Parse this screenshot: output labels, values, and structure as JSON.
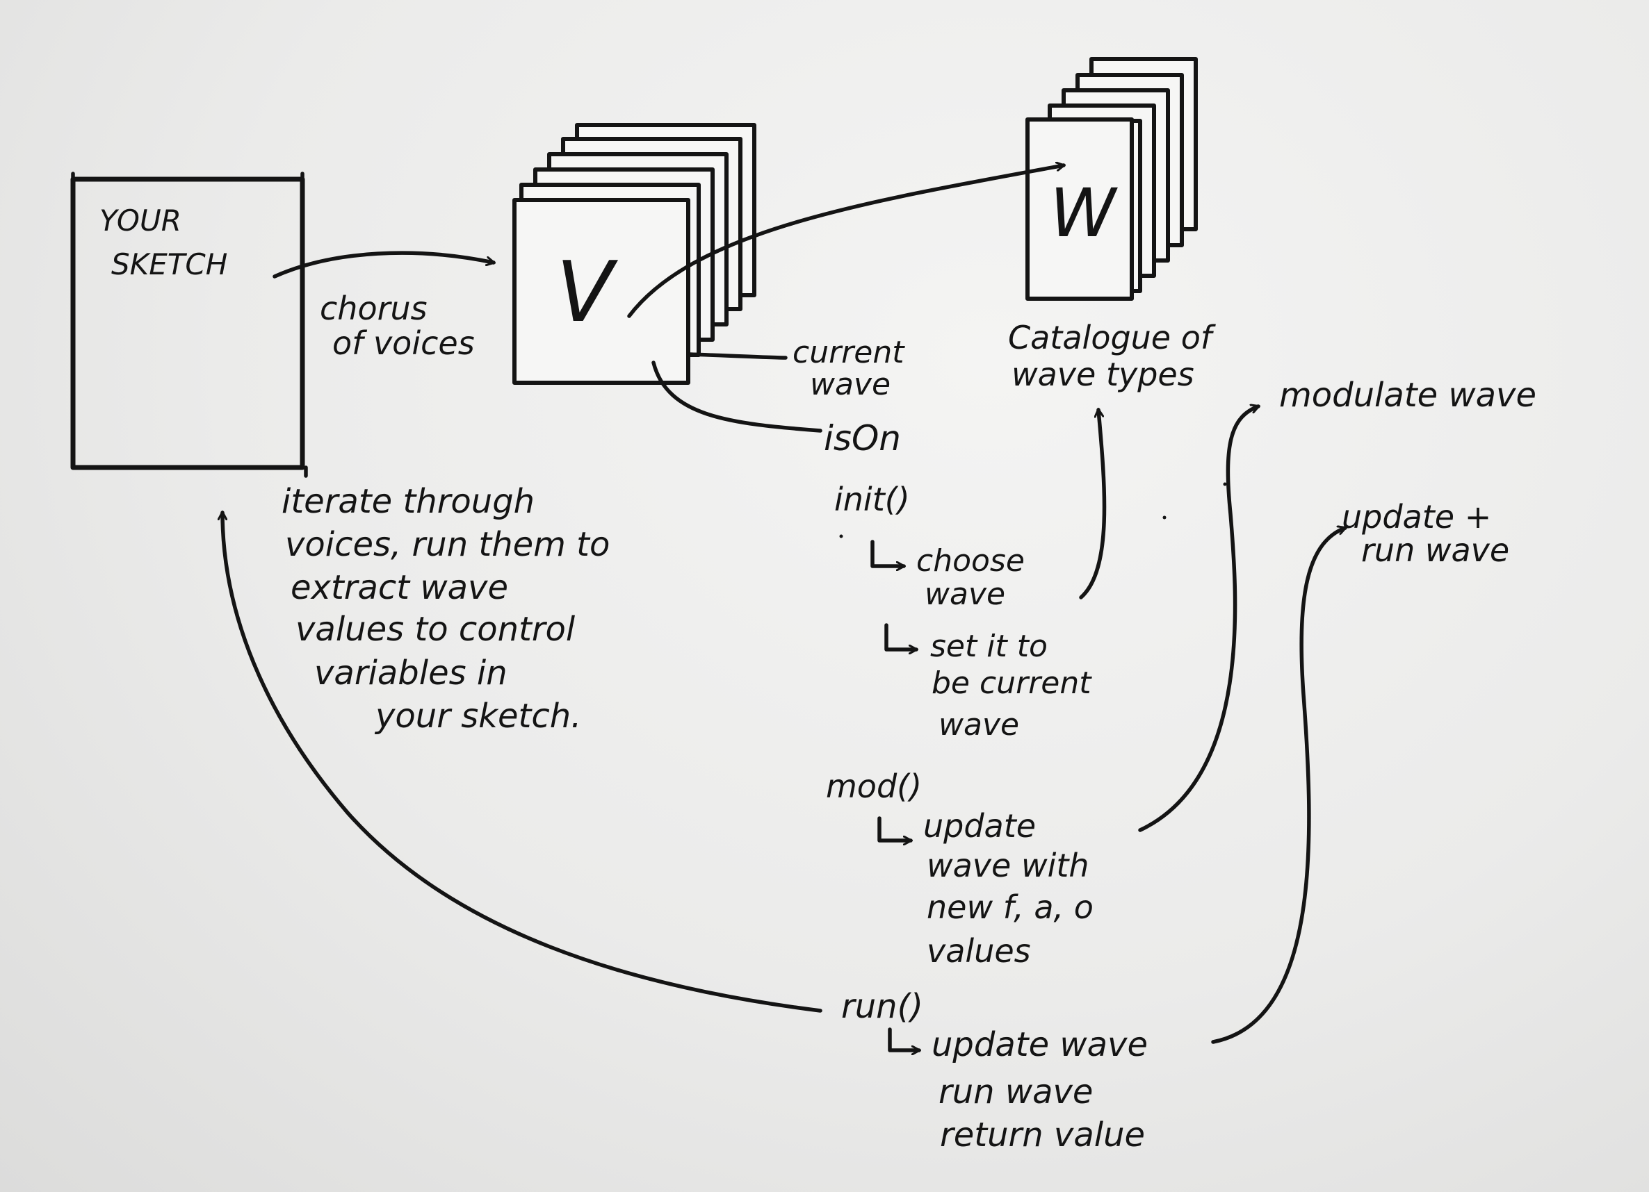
{
  "sketch_box": {
    "label_line1": "YOUR",
    "label_line2": "SKETCH"
  },
  "voices": {
    "letter": "V",
    "label_line1": "chorus",
    "label_line2": "of voices",
    "current_wave_line1": "current",
    "current_wave_line2": "wave"
  },
  "waves": {
    "letter": "W",
    "label_line1": "Catalogue of",
    "label_line2": "wave types"
  },
  "iterate_note": [
    "iterate through",
    "voices, run them to",
    "extract wave",
    "values to control",
    "variables in",
    "your sketch."
  ],
  "methods": {
    "is_on": "isOn",
    "init": "init()",
    "init_step1_line1": "choose",
    "init_step1_line2": "wave",
    "init_step2_line1": "set it to",
    "init_step2_line2": "be current",
    "init_step2_line3": "wave",
    "mod": "mod()",
    "mod_step_line1": "update",
    "mod_step_line2": "wave with",
    "mod_step_line3": "new f, a, o",
    "mod_step_line4": "values",
    "run": "run()",
    "run_step_line1": "update wave",
    "run_step_line2": "run wave",
    "run_step_line3": "return value"
  },
  "side_labels": {
    "modulate": "modulate wave",
    "update_run_line1": "update +",
    "update_run_line2": "run wave"
  }
}
